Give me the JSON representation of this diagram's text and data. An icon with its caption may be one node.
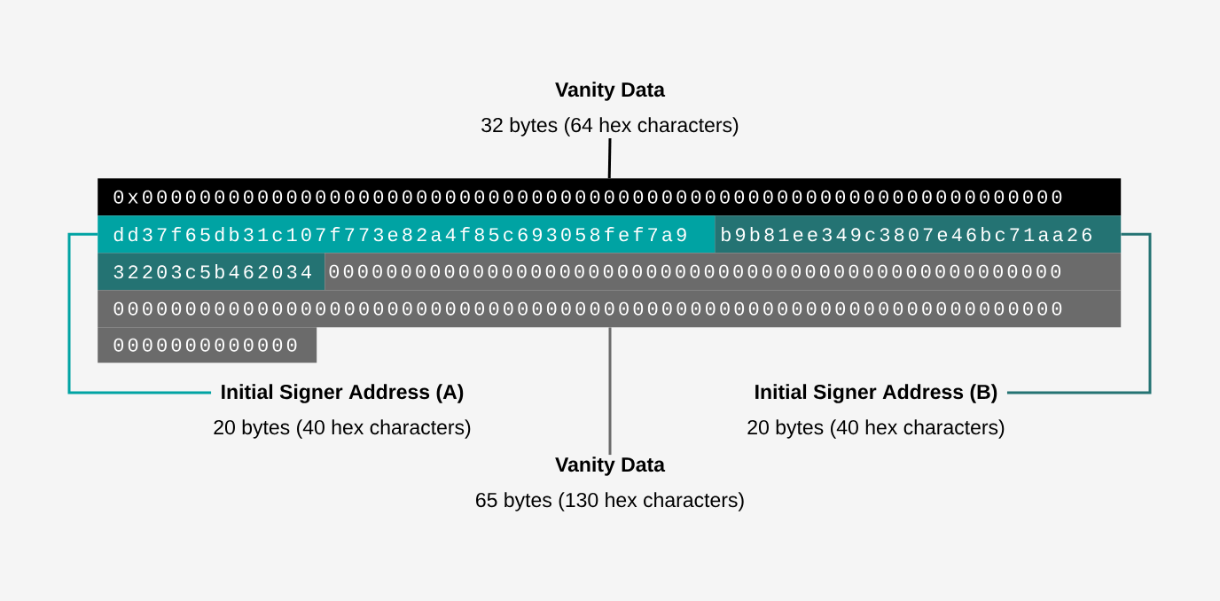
{
  "diagram": {
    "nodes": [
      {
        "text": [
          "Vanity Data",
          "32 bytes (64 hex characters)"
        ]
      },
      {
        "text": [
          "0x0000000000000000000000000000000000000000000000000000000000000000"
        ]
      },
      {
        "text": [
          "dd37f65db31c107f773e82a4f85c693058fef7a9"
        ]
      },
      {
        "text": [
          "b9b81ee349c3807e46bc71aa26"
        ]
      },
      {
        "text": [
          "32203c5b462034"
        ]
      },
      {
        "text": [
          "000000000000000000000000000000000000000000000000000"
        ]
      },
      {
        "text": [
          "000000000000000000000000000000000000000000000000000000000000000000"
        ]
      },
      {
        "text": [
          "0000000000000"
        ]
      },
      {
        "text": [
          "Initial Signer Address (A)",
          "20 bytes (40 hex characters)"
        ]
      },
      {
        "text": [
          "Initial Signer Address (B)",
          "20 bytes (40 hex characters)"
        ]
      },
      {
        "text": [
          "Vanity Data",
          "65 bytes (130 hex characters)"
        ]
      }
    ],
    "edges": [
      {
        "from": 0,
        "to": 1,
        "arrow": "none",
        "color": "#000000"
      },
      {
        "from": 8,
        "to": 2,
        "arrow": "none",
        "color": "#00a3a3"
      },
      {
        "from": 9,
        "to": 3,
        "arrow": "none",
        "color": "#247373"
      },
      {
        "from": 10,
        "to": 6,
        "arrow": "none",
        "color": "#6b6b6b"
      }
    ]
  }
}
